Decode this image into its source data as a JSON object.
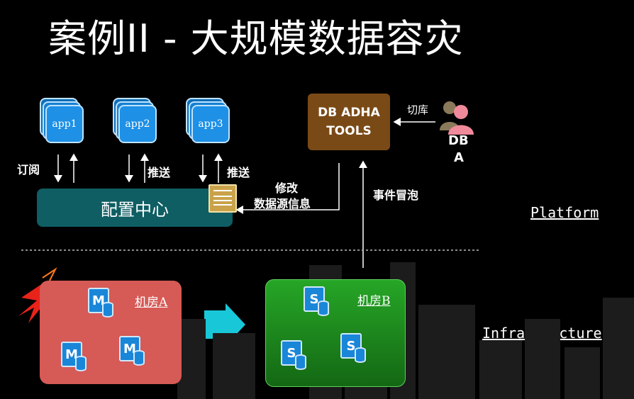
{
  "title": "案例II - 大规模数据容灾",
  "apps": [
    "app1",
    "app2",
    "app3"
  ],
  "labels": {
    "subscribe": "订阅",
    "push1": "推送",
    "push2": "推送",
    "modify_line1": "修改",
    "modify_line2": "数据源信息",
    "switch_db": "切库",
    "event_bubble": "事件冒泡",
    "dba_line1": "DB",
    "dba_line2": "A"
  },
  "config_center": "配置中心",
  "tools": {
    "line1": "DB ADHA",
    "line2": "TOOLS"
  },
  "layers": {
    "platform": "Platform",
    "infrastructure": "Infrastructure"
  },
  "rooms": {
    "a": "机房A",
    "b": "机房B"
  },
  "db_letters": {
    "a": "M",
    "b": "S"
  },
  "colors": {
    "app": "#1e90e6",
    "config_center": "#0e5e63",
    "tools": "#7a4a16",
    "room_a": "#d65a56",
    "room_b": "#26a626",
    "failover_arrow": "#19c8d8"
  }
}
